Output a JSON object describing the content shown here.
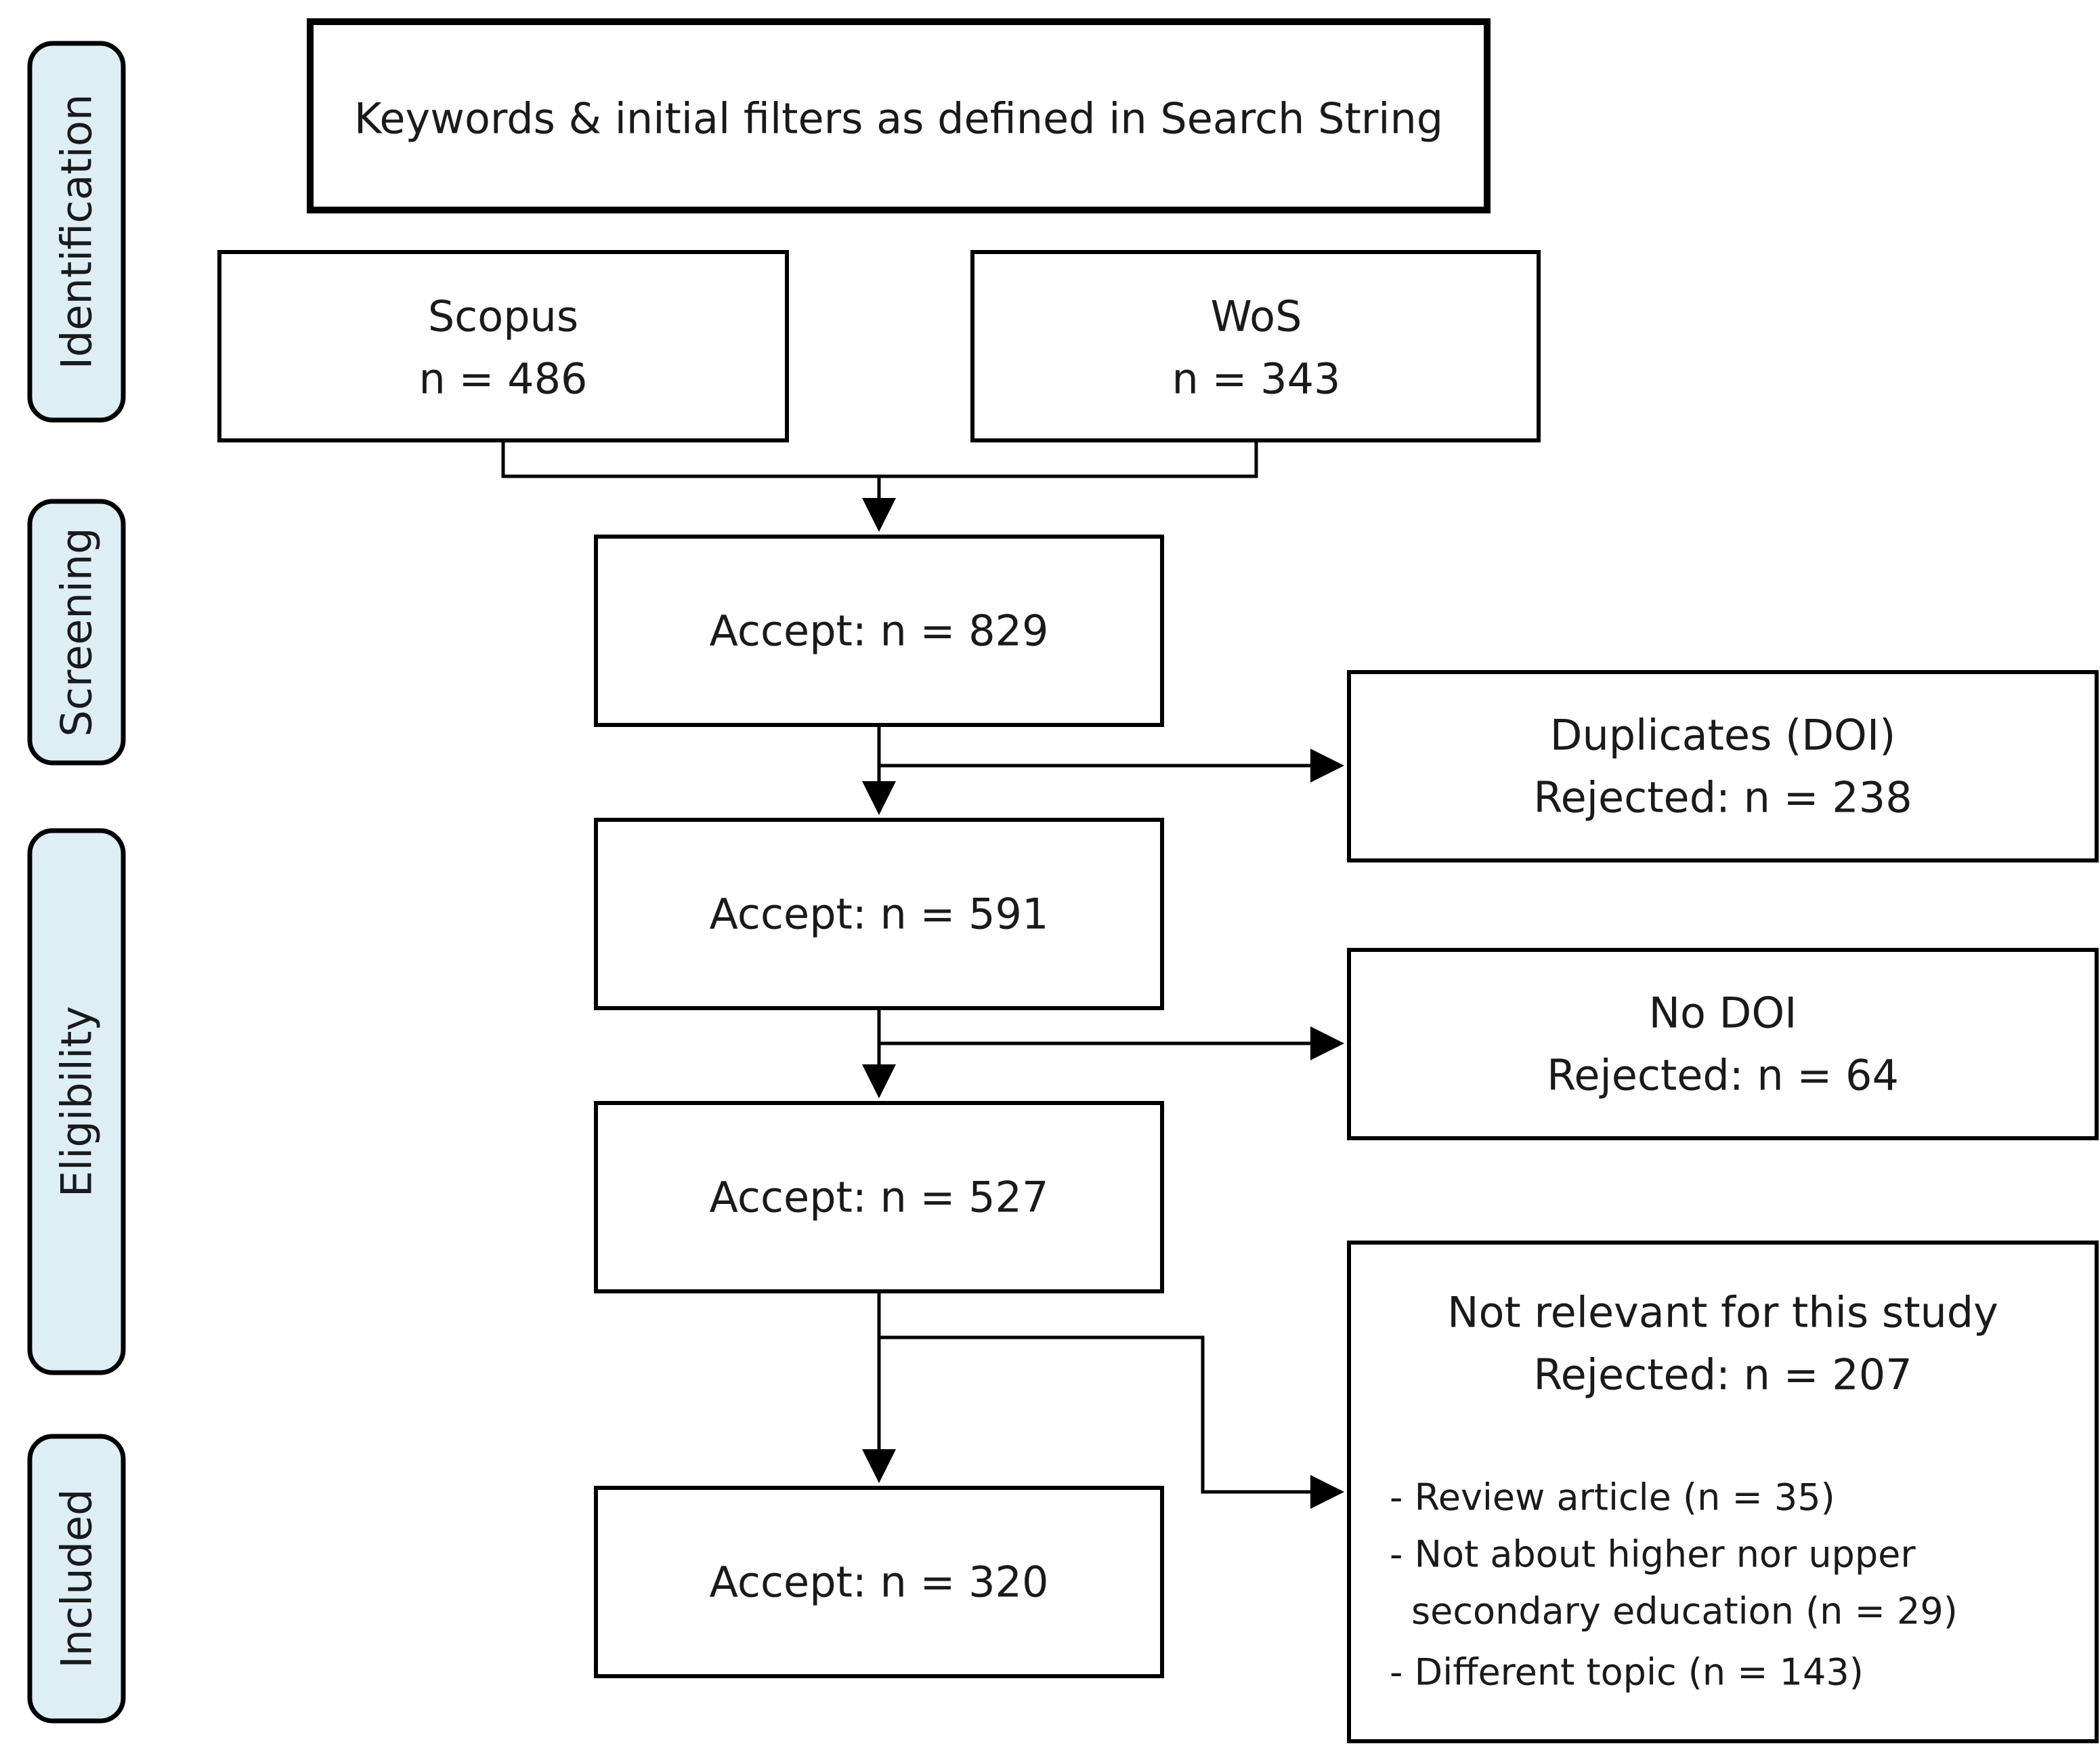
{
  "colors": {
    "stage_fill": "#ddeef5",
    "stroke": "#000000",
    "text": "#1a1a1a"
  },
  "stages": {
    "identification": "Identification",
    "screening": "Screening",
    "eligibility": "Eligibility",
    "included": "Included"
  },
  "search": {
    "label": "Keywords & initial filters as defined in Search String"
  },
  "sources": {
    "scopus": {
      "name": "Scopus",
      "count": "n = 486"
    },
    "wos": {
      "name": "WoS",
      "count": "n = 343"
    }
  },
  "accept": {
    "a1": "Accept: n = 829",
    "a2": "Accept: n = 591",
    "a3": "Accept: n = 527",
    "a4": "Accept: n = 320"
  },
  "rejected": {
    "duplicates": {
      "title": "Duplicates (DOI)",
      "count": "Rejected: n = 238"
    },
    "nodoi": {
      "title": "No DOI",
      "count": "Rejected: n = 64"
    },
    "notrelevant": {
      "title": "Not relevant for this study",
      "count": "Rejected: n = 207",
      "reasons": [
        "- Review article (n = 35)",
        "- Not about higher nor upper",
        "secondary education (n = 29)",
        "- Different topic (n = 143)"
      ]
    }
  }
}
